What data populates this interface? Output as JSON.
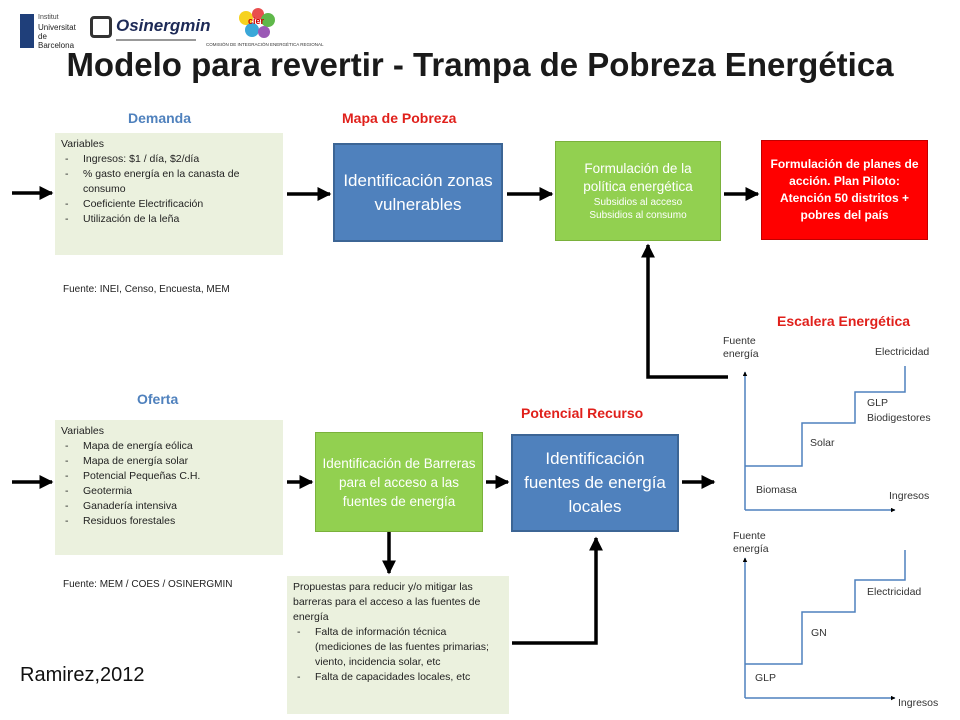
{
  "logos": {
    "ub": "Universitat de Barcelona",
    "ub_top": "Institut",
    "osinergmin": "Osinergmin",
    "cier": "cier",
    "cier_caption": "COMISIÓN DE INTEGRACIÓN ENERGÉTICA REGIONAL"
  },
  "title": "Modelo para revertir - Trampa de Pobreza Energética",
  "headers": {
    "demanda": "Demanda",
    "mapa_pobreza": "Mapa de Pobreza",
    "oferta": "Oferta",
    "potencial_recurso": "Potencial Recurso",
    "escalera": "Escalera Energética"
  },
  "demanda_panel": {
    "heading": "Variables",
    "items": [
      "Ingresos: $1 / día, $2/día",
      "% gasto energía en la canasta de consumo",
      "Coeficiente Electrificación",
      "Utilización de la leña"
    ],
    "source": "Fuente: INEI,  Censo, Encuesta, MEM"
  },
  "oferta_panel": {
    "heading": "Variables",
    "items": [
      "Mapa de energía eólica",
      "Mapa de energía solar",
      "Potencial Pequeñas C.H.",
      "Geotermia",
      "Ganadería intensiva",
      "Residuos forestales"
    ],
    "source": "Fuente: MEM  / COES / OSINERGMIN"
  },
  "boxes": {
    "zonas": "Identificación zonas vulnerables",
    "politica_title": "Formulación de la política energética",
    "politica_sub1": "Subsidios al acceso",
    "politica_sub2": "Subsidios al consumo",
    "planes": "Formulación de planes de acción. Plan Piloto: Atención 50 distritos + pobres del país",
    "barreras": "Identificación de Barreras para el acceso a las fuentes de energía",
    "fuentes": "Identificación fuentes de energía locales"
  },
  "propuestas": {
    "intro": "Propuestas para reducir y/o mitigar las barreras para el acceso a las fuentes de energía",
    "items": [
      "Falta de información técnica (mediciones de las fuentes primarias; viento, incidencia solar, etc",
      "Falta de capacidades locales, etc"
    ]
  },
  "ladder1": {
    "y_axis": "Fuente energía",
    "x_axis": "Ingresos",
    "steps": [
      "Biomasa",
      "Solar",
      "GLP Biodigestores",
      "Electricidad"
    ]
  },
  "ladder2": {
    "y_axis": "Fuente energía",
    "x_axis": "Ingresos",
    "steps": [
      "GLP",
      "GN",
      "Electricidad"
    ]
  },
  "author": "Ramirez,2012",
  "colors": {
    "blue": "#4f81bd",
    "green": "#92d050",
    "red": "#ff0000",
    "panel": "#ebf1de",
    "header_blue": "#4f81bd",
    "header_red": "#e0201b"
  }
}
